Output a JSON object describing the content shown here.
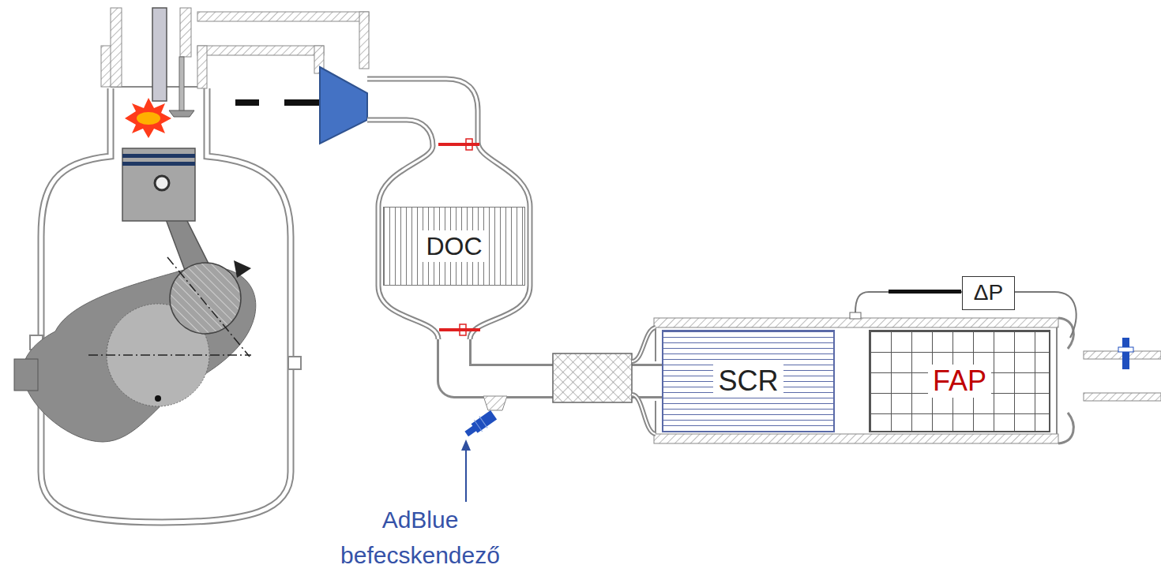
{
  "diagram": {
    "nodes": [
      {
        "text": [
          "DOC"
        ]
      },
      {
        "text": [
          "SCR"
        ]
      },
      {
        "text": [
          "FAP"
        ]
      },
      {
        "text": [
          "ΔP"
        ]
      }
    ],
    "edges": [
      {
        "from": 0,
        "to": 1,
        "arrow": "none"
      }
    ],
    "labels": [
      "AdBlue befecskendező"
    ]
  }
}
